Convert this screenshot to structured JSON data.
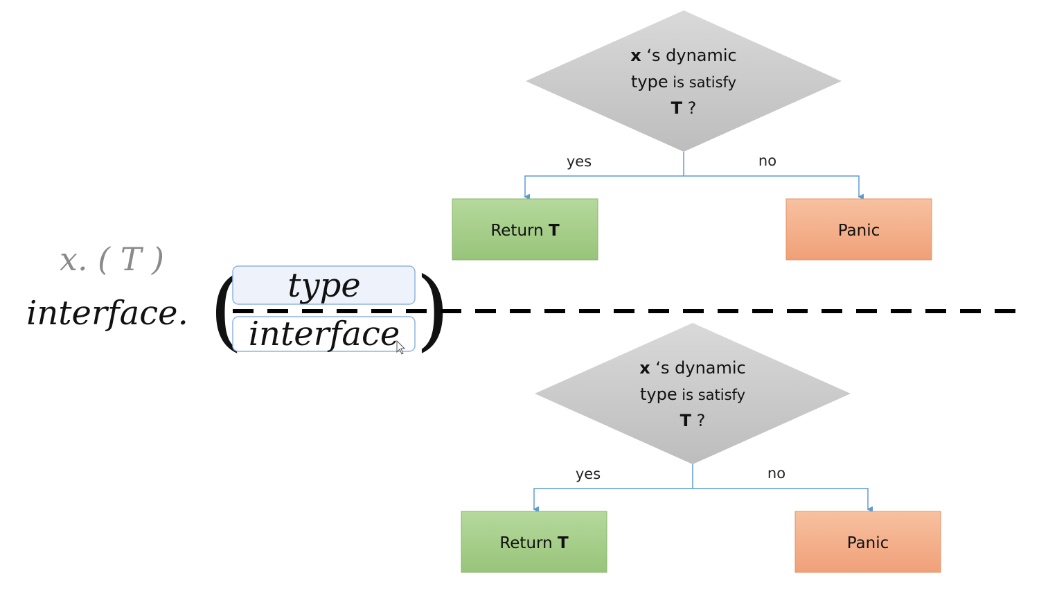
{
  "left_panel": {
    "expr_gray": "x. ( T )",
    "expr_main": "interface.",
    "frac_top": "type",
    "frac_bottom": "interface"
  },
  "flowcharts": [
    {
      "decision": {
        "var": "x",
        "line1_rest": " ‘s dynamic",
        "line2_a": "type",
        "line2_b": " is satisfy",
        "line3_a": "T",
        "line3_b": " ?"
      },
      "yes_label": "yes",
      "no_label": "no",
      "yes_box": {
        "text": "Return ",
        "bold": "T"
      },
      "no_box": {
        "text": "Panic"
      }
    },
    {
      "decision": {
        "var": "x",
        "line1_rest": " ‘s dynamic",
        "line2_a": "type",
        "line2_b": " is satisfy",
        "line3_a": "T",
        "line3_b": " ?"
      },
      "yes_label": "yes",
      "no_label": "no",
      "yes_box": {
        "text": "Return ",
        "bold": "T"
      },
      "no_box": {
        "text": "Panic"
      }
    }
  ],
  "colors": {
    "diamond": "#c9c9c9",
    "yes_box": "#a9d18e",
    "no_box": "#f4b183",
    "connector": "#5b9bd5",
    "frac_box_fill": "#eef3fb",
    "frac_box_stroke": "#8fb4e0"
  }
}
